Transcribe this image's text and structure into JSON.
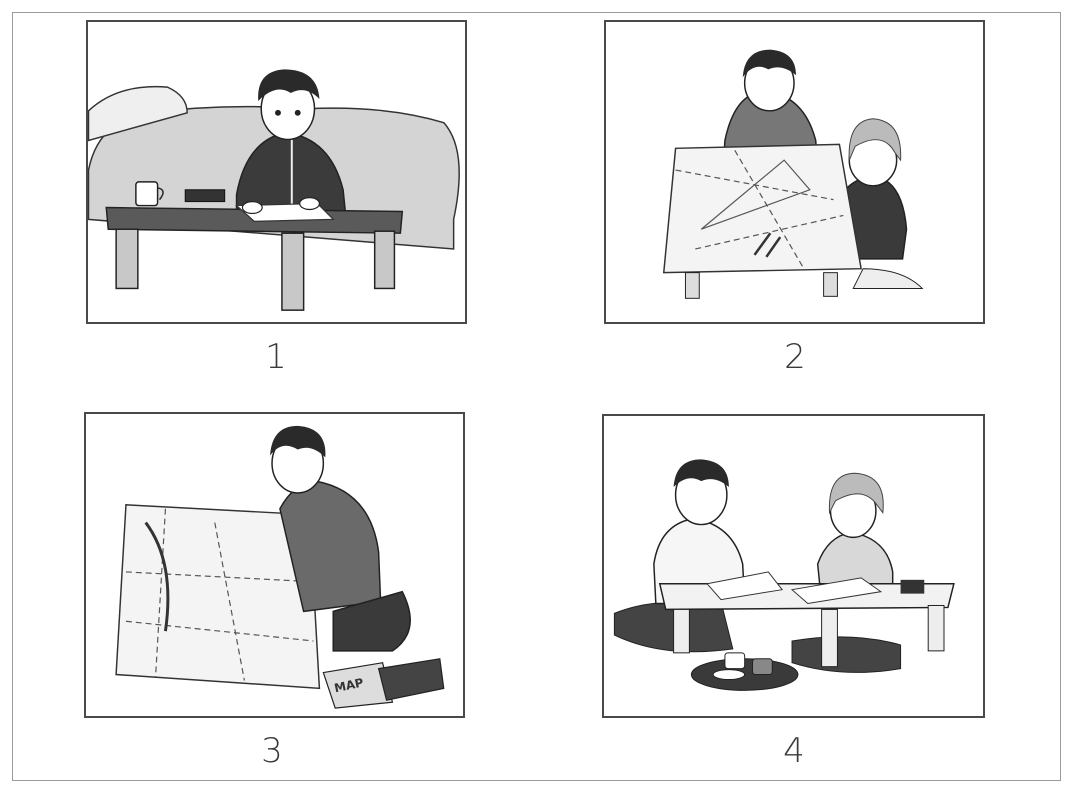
{
  "panels": [
    {
      "number": "1"
    },
    {
      "number": "2"
    },
    {
      "number": "3",
      "book_cover_text": "MAP"
    },
    {
      "number": "4"
    }
  ]
}
